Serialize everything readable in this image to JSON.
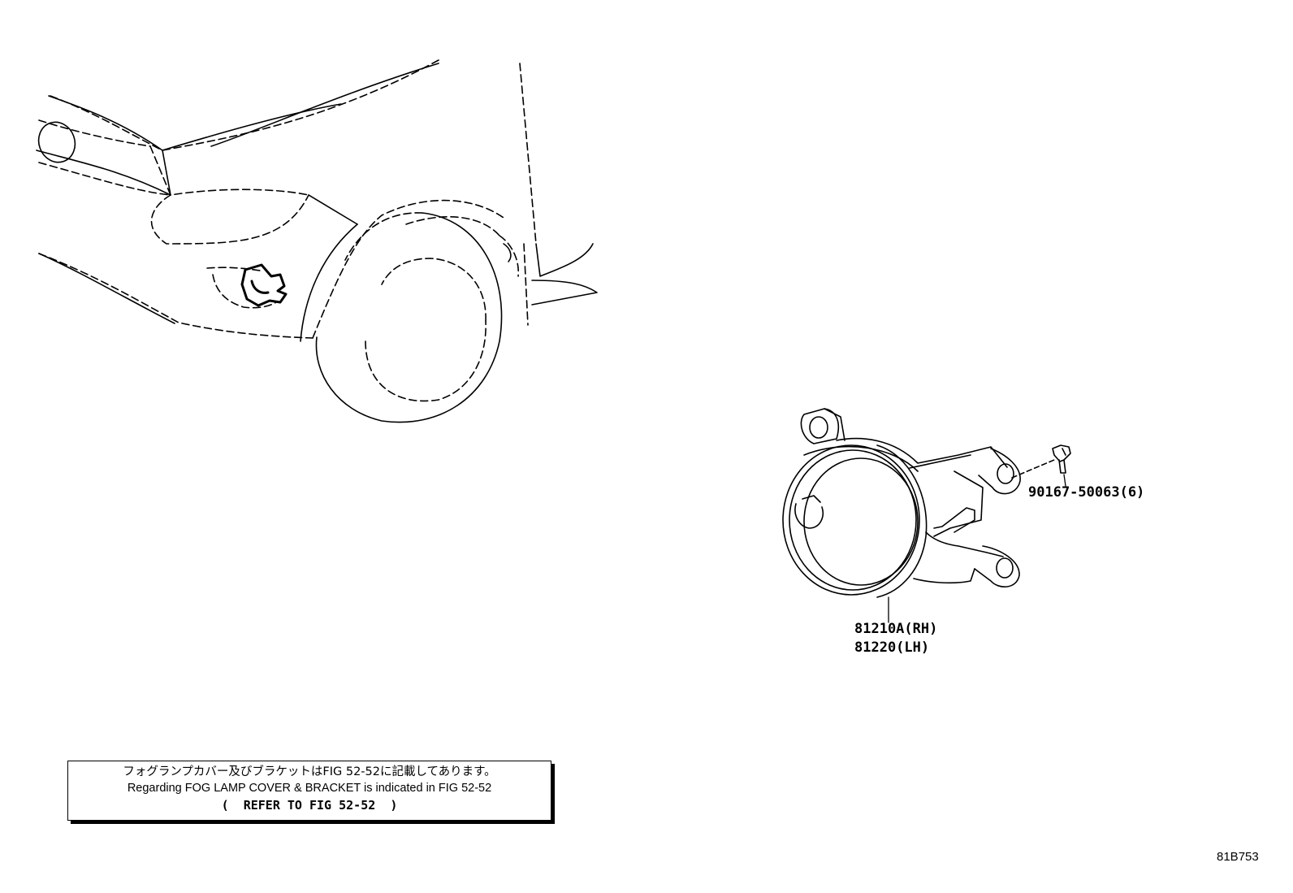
{
  "callouts": {
    "bolt": "90167-50063(6)",
    "lamp_rh": "81210A(RH)",
    "lamp_lh": "81220(LH)"
  },
  "note": {
    "line_jp": "フォグランプカバー及びブラケットはFIG 52-52に記載してあります。",
    "line_en": "Regarding FOG LAMP COVER & BRACKET is indicated in FIG 52-52",
    "line_ref": "(  REFER TO FIG 52-52  )"
  },
  "figure_id": "81B753",
  "colors": {
    "ink": "#000000",
    "paper": "#ffffff"
  }
}
